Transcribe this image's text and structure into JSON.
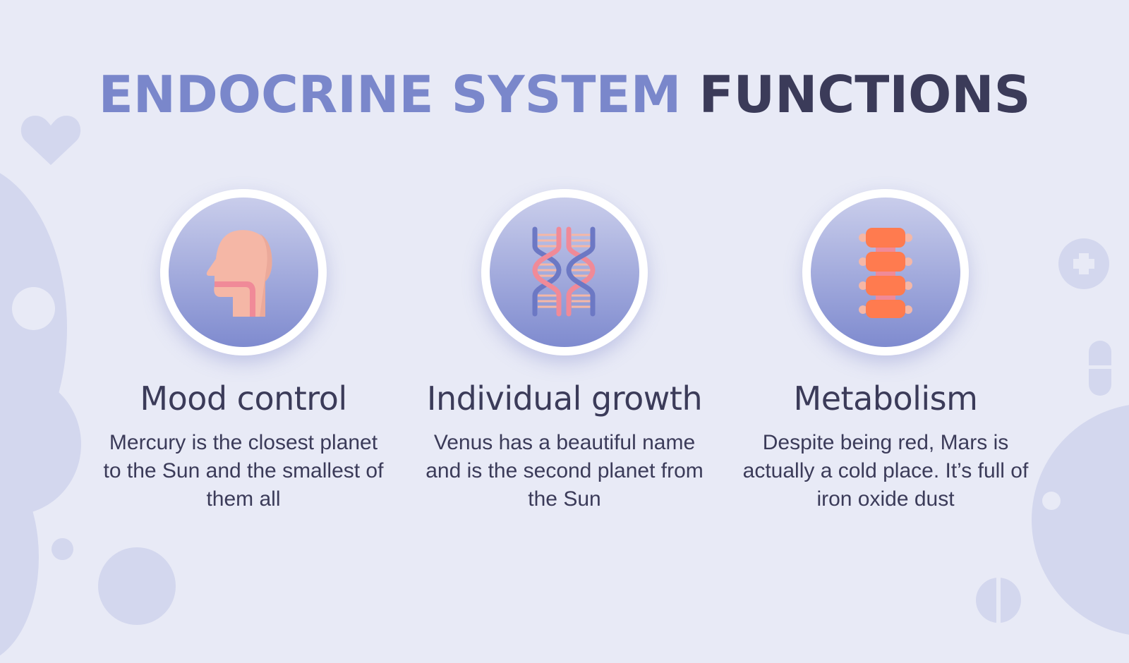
{
  "slide": {
    "title_accent": "ENDOCRINE SYSTEM",
    "title_dark": "FUNCTIONS",
    "colors": {
      "background": "#e8eaf6",
      "accent": "#7a87cb",
      "dark_text": "#3b3b59",
      "decoration": "#d3d7ee"
    },
    "cards": [
      {
        "icon": "head-throat-icon",
        "heading": "Mood control",
        "text": "Mercury is the closest planet to the Sun and the smallest of them all"
      },
      {
        "icon": "dna-icon",
        "heading": "Individual growth",
        "text": "Venus has a beautiful name and is the second planet from the Sun"
      },
      {
        "icon": "spine-icon",
        "heading": "Metabolism",
        "text": "Despite being red, Mars is actually a cold place. It’s full of iron oxide dust"
      }
    ]
  }
}
